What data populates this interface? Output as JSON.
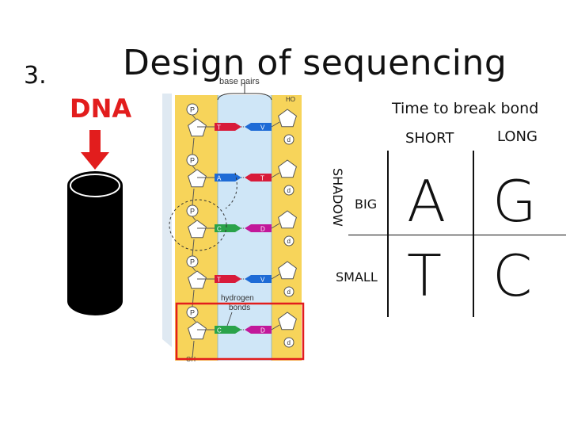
{
  "slide": {
    "number": "3.",
    "title": "Design of sequencing",
    "dna_label": "DNA"
  },
  "figure": {
    "base_pairs_label": "base pairs",
    "hydrogen_bonds_label": "hydrogen bonds",
    "hydrogen_label_line1": "hydrogen",
    "hydrogen_label_line2": "bonds",
    "end_label_top": "HO",
    "end_label_bottom": "OH",
    "phosphate": "P",
    "deoxyribose": "d",
    "pairs": [
      {
        "left": "T",
        "right": "V",
        "left_color": "#d81b3a",
        "right_color": "#1e6bd6"
      },
      {
        "left": "A",
        "right": "T",
        "left_color": "#1e6bd6",
        "right_color": "#d81b3a"
      },
      {
        "left": "C",
        "right": "D",
        "left_color": "#2aa34a",
        "right_color": "#c2189a"
      },
      {
        "left": "T",
        "right": "V",
        "left_color": "#d81b3a",
        "right_color": "#1e6bd6"
      },
      {
        "left": "C",
        "right": "D",
        "left_color": "#2aa34a",
        "right_color": "#c2189a"
      }
    ],
    "colors": {
      "backbone": "#f7d45a",
      "bases_bg": "#cfe6f7",
      "highlight": "#e21d1d"
    }
  },
  "table": {
    "title": "Time to break bond",
    "columns": [
      "SHORT",
      "LONG"
    ],
    "row_axis_label": "SHADOW",
    "rows": [
      {
        "label": "BIG",
        "cells": [
          "A",
          "G"
        ]
      },
      {
        "label": "SMALL",
        "cells": [
          "T",
          "C"
        ]
      }
    ]
  }
}
